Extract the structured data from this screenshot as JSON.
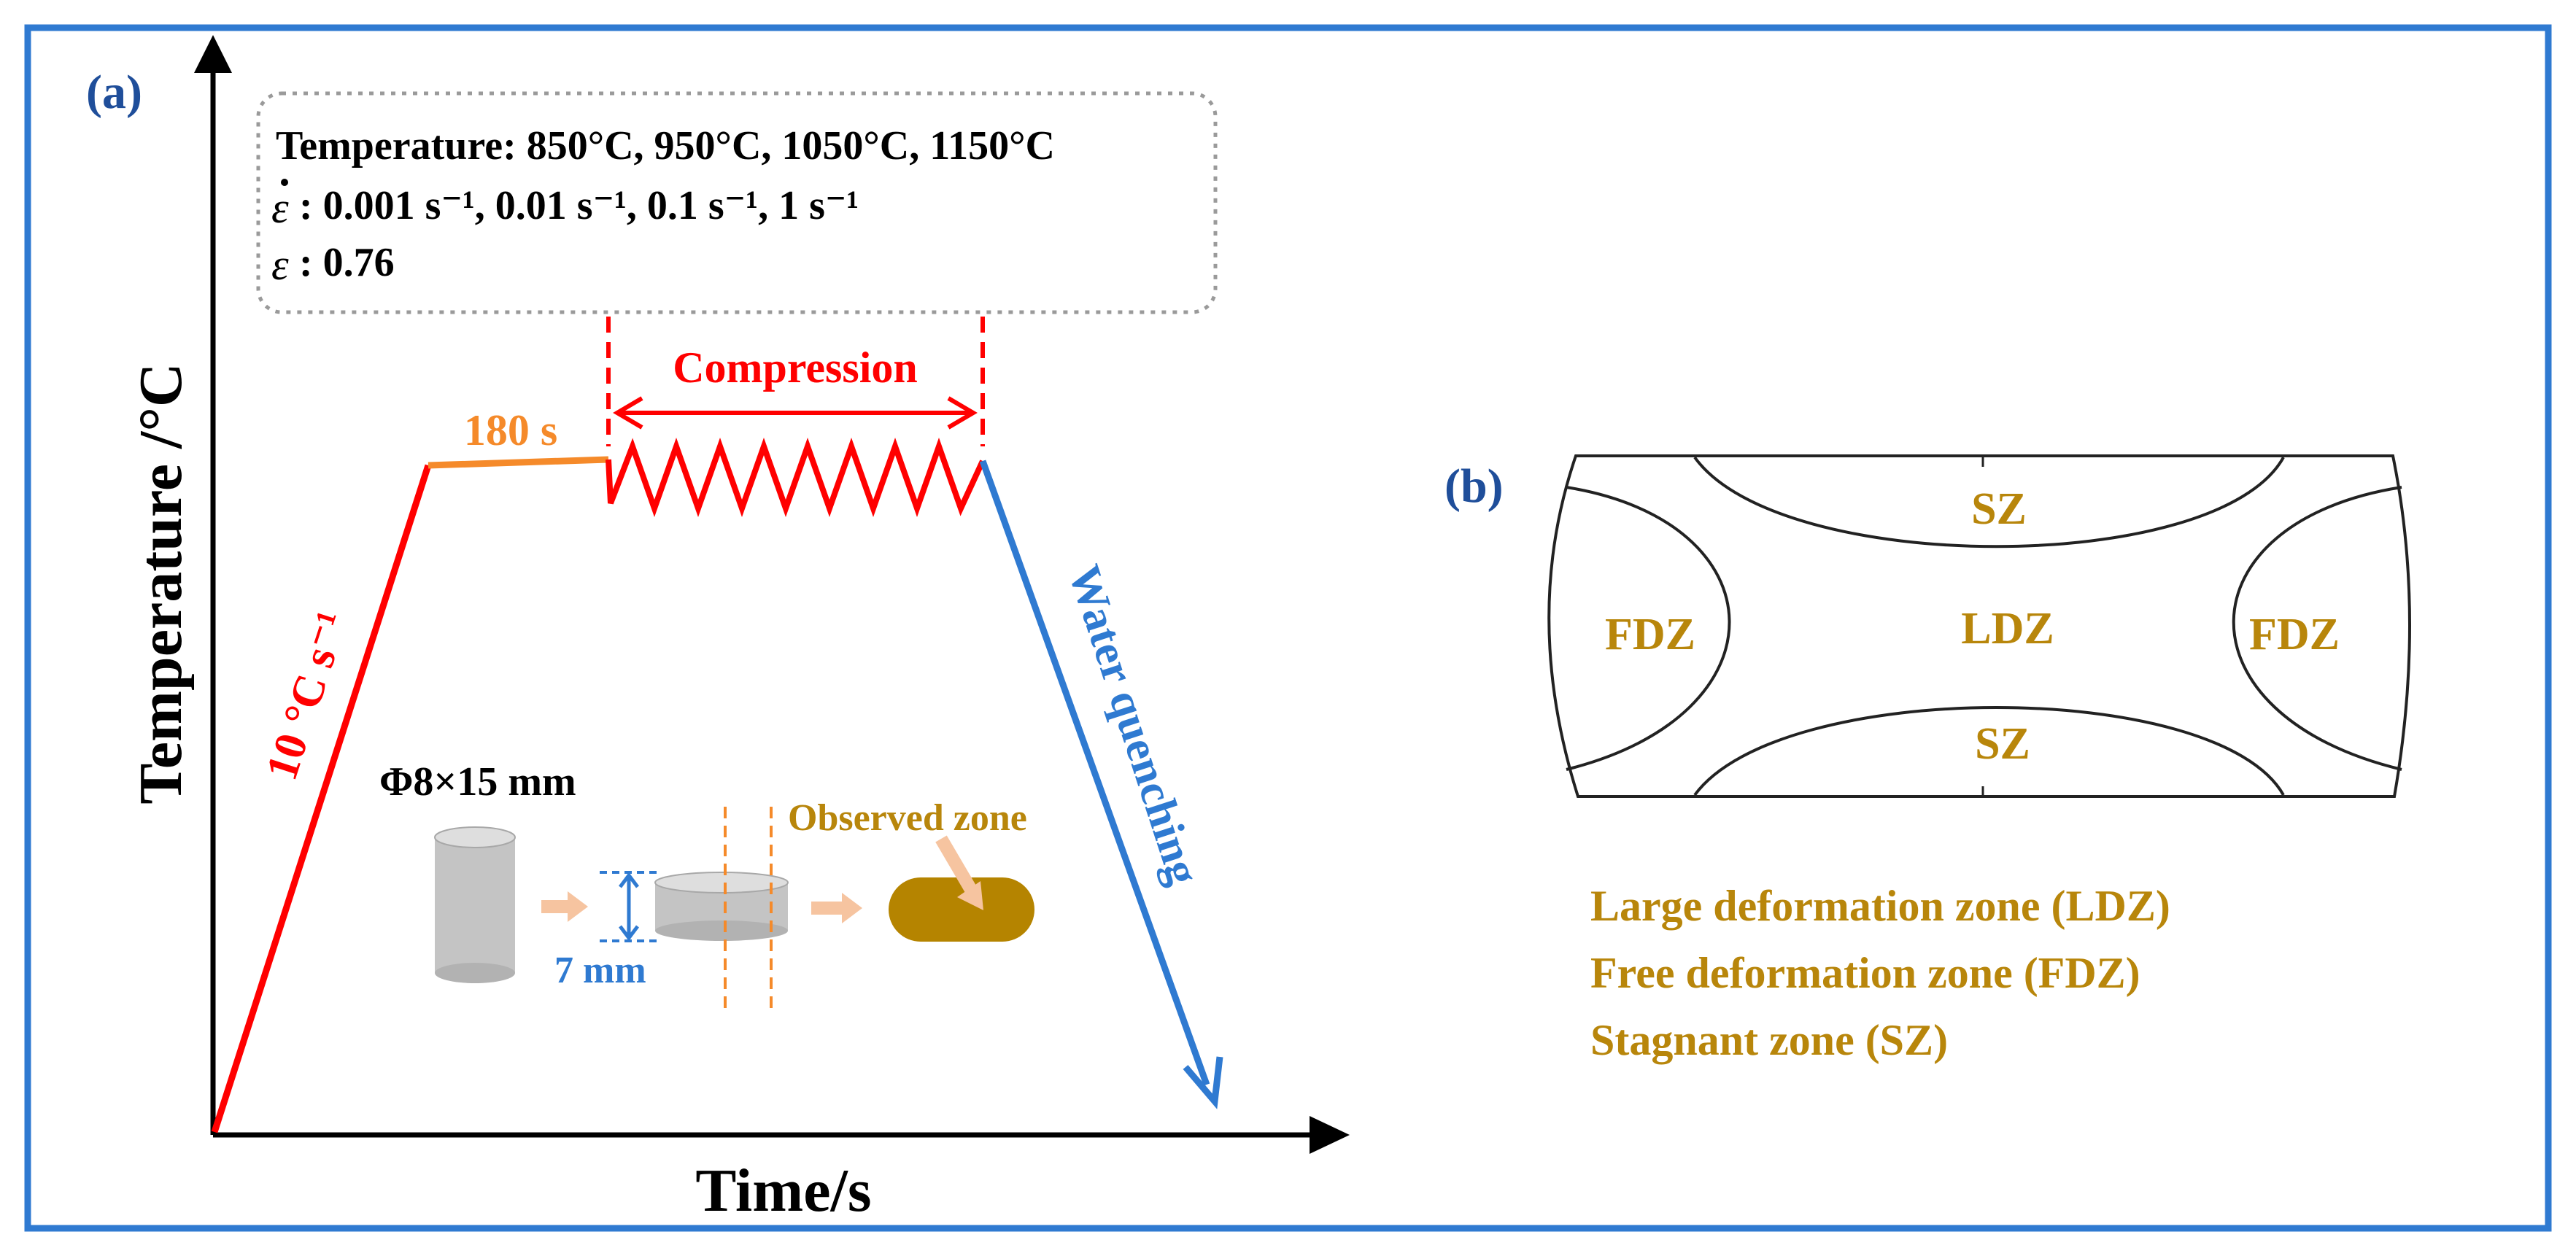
{
  "panel_a": {
    "label": "(a)",
    "conditions": {
      "temperature": "Temperature: 850°C, 950°C, 1050°C, 1150°C",
      "strain_rate": ": 0.001 s⁻¹, 0.01 s⁻¹, 0.1 s⁻¹, 1 s⁻¹",
      "strain": ": 0.76"
    },
    "axes": {
      "ylabel": "Temperature /°C",
      "xlabel": "Time/s"
    },
    "stages": {
      "heating_rate": "10 °C s⁻¹",
      "hold": "180 s",
      "compression": "Compression",
      "quench": "Water quenching"
    },
    "specimen": {
      "size": "Φ8×15 mm",
      "height_after": "7 mm",
      "observed": "Observed zone"
    }
  },
  "panel_b": {
    "label": "(b)",
    "zones": {
      "sz": "SZ",
      "ldz": "LDZ",
      "fdz": "FDZ"
    },
    "legend": [
      "Large deformation zone (LDZ)",
      "Free deformation zone (FDZ)",
      "Stagnant zone (SZ)"
    ]
  },
  "colors": {
    "frame": "#2f7ad1",
    "panel_label": "#1f4e9a",
    "heating": "#ff0000",
    "hold": "#f58a2a",
    "quench": "#2f7ad1",
    "zone_text": "#b8860b",
    "specimen_grey": "#c4c4c4",
    "observed_fill": "#b58400",
    "arrow_peach": "#f6c4a0"
  }
}
